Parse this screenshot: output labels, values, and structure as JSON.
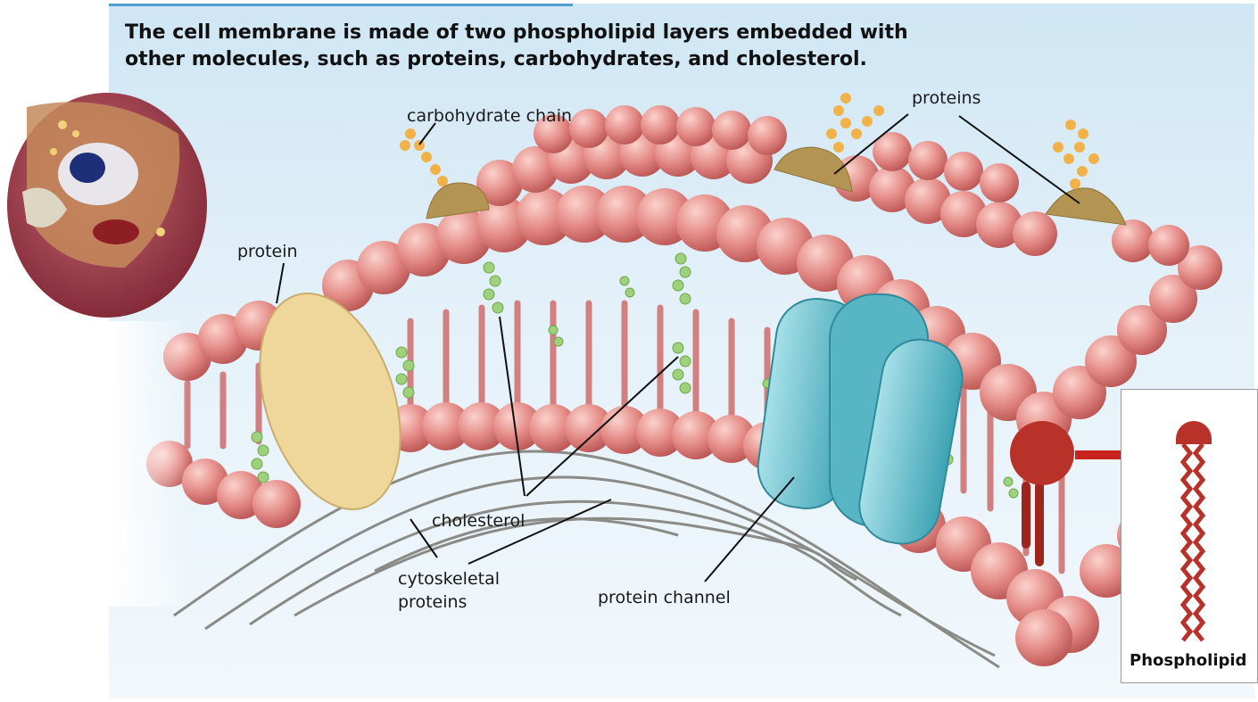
{
  "title": "The cell membrane is made of two phospholipid layers embedded with other molecules, such as proteins, carbohydrates, and cholesterol.",
  "labels": {
    "carbohydrate_chain": "carbohydrate chain",
    "proteins": "proteins",
    "protein": "protein",
    "cholesterol": "cholesterol",
    "cytoskeletal_line1": "cytoskeletal",
    "cytoskeletal_line2": "proteins",
    "protein_channel": "protein channel",
    "phospholipid": "Phospholipid"
  },
  "colors": {
    "background": "#dcedf7",
    "phospholipid_head": "#e48a86",
    "protein_yellow": "#efd79c",
    "protein_channel": "#6ec4d1",
    "glycoprotein": "#b39452",
    "carbohydrate": "#f1b24a",
    "cholesterol": "#9fd07c",
    "phospholipid_inset": "#b8322a"
  }
}
